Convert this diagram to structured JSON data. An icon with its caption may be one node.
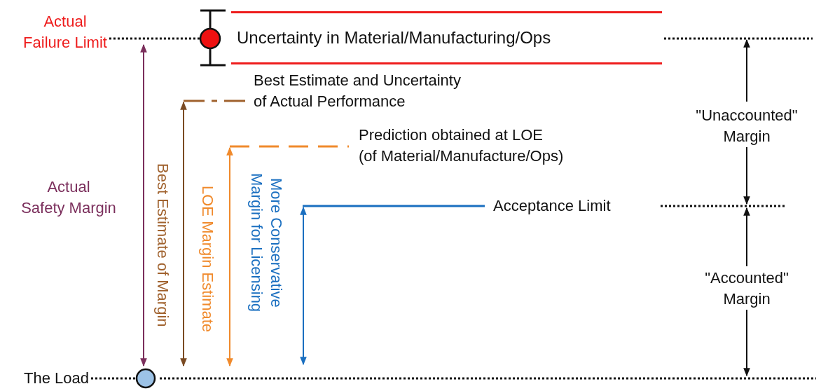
{
  "diagram": {
    "nodes": [
      {
        "text": [
          "Actual Failure Limit"
        ]
      },
      {
        "text": [],
        "shape": "circle"
      },
      {
        "text": [
          "Uncertainty in Material/Manufacturing/Ops"
        ]
      },
      {
        "text": [
          "Best Estimate and Uncertainty of Actual Performance"
        ]
      },
      {
        "text": [
          "Prediction obtained at LOE (of Material/Manufacture/Ops)"
        ]
      },
      {
        "text": [
          "Acceptance Limit"
        ]
      },
      {
        "text": [
          "The Load"
        ]
      },
      {
        "text": [],
        "shape": "circle"
      }
    ],
    "edges": [
      {
        "from": 0,
        "to": 1,
        "arrow": "none",
        "style": "dashed"
      },
      {
        "from": 6,
        "to": 7,
        "arrow": "none",
        "style": "dashed"
      }
    ],
    "labels": [
      "Actual Safety Margin",
      "Best Estimate of Margin",
      "LOE Margin Estimate",
      "More Conservative Margin for Licensing",
      "\"Unaccounted\" Margin",
      "\"Accounted\" Margin"
    ]
  }
}
